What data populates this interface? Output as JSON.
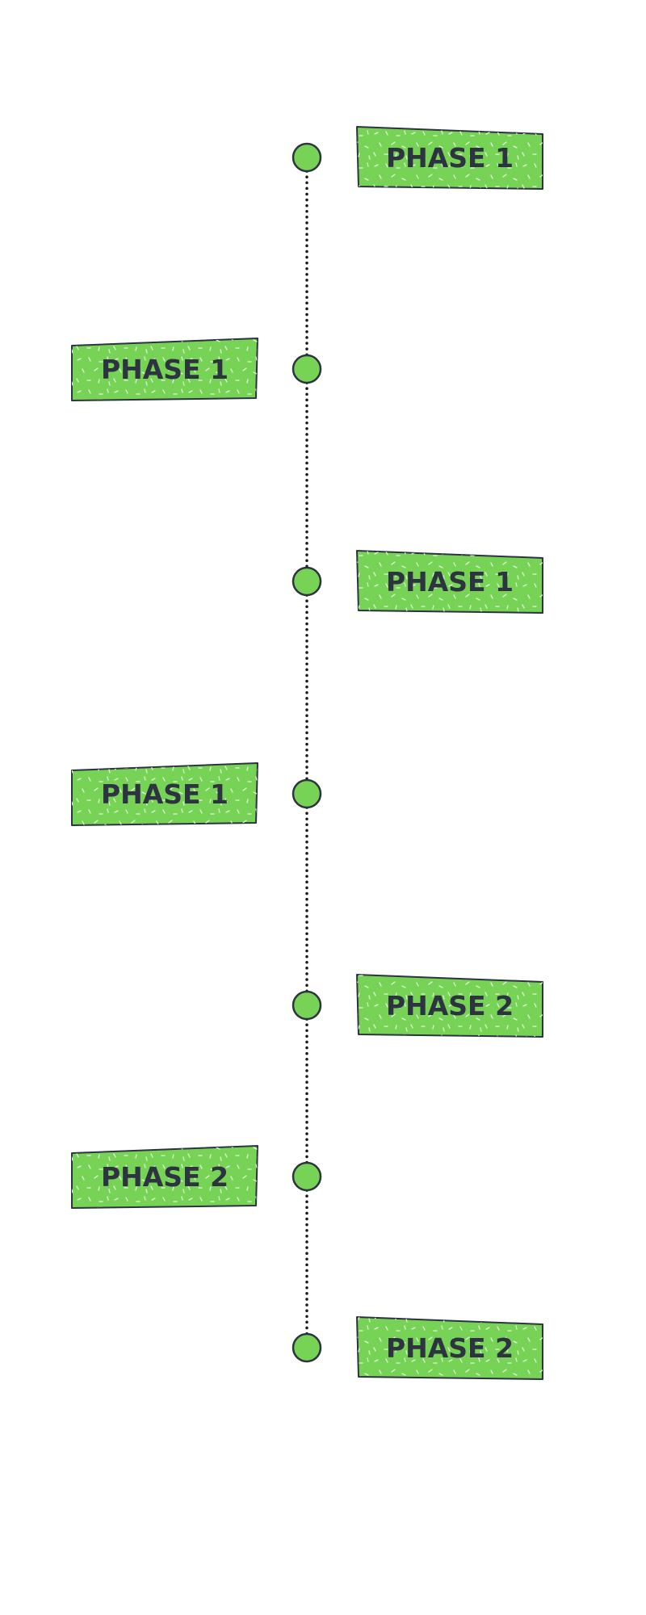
{
  "colors": {
    "background": "#ffffff",
    "node_fill": "#77d356",
    "label_fill": "#77d356",
    "stroke": "#2d3340",
    "speckle": "#e9f7e2",
    "connector": "#1a1a1a"
  },
  "timeline": {
    "items": [
      {
        "label": "PHASE 1",
        "side": "right"
      },
      {
        "label": "PHASE 1",
        "side": "left"
      },
      {
        "label": "PHASE 1",
        "side": "right"
      },
      {
        "label": "PHASE 1",
        "side": "left"
      },
      {
        "label": "PHASE 2",
        "side": "right"
      },
      {
        "label": "PHASE 2",
        "side": "left"
      },
      {
        "label": "PHASE 2",
        "side": "right"
      }
    ]
  }
}
